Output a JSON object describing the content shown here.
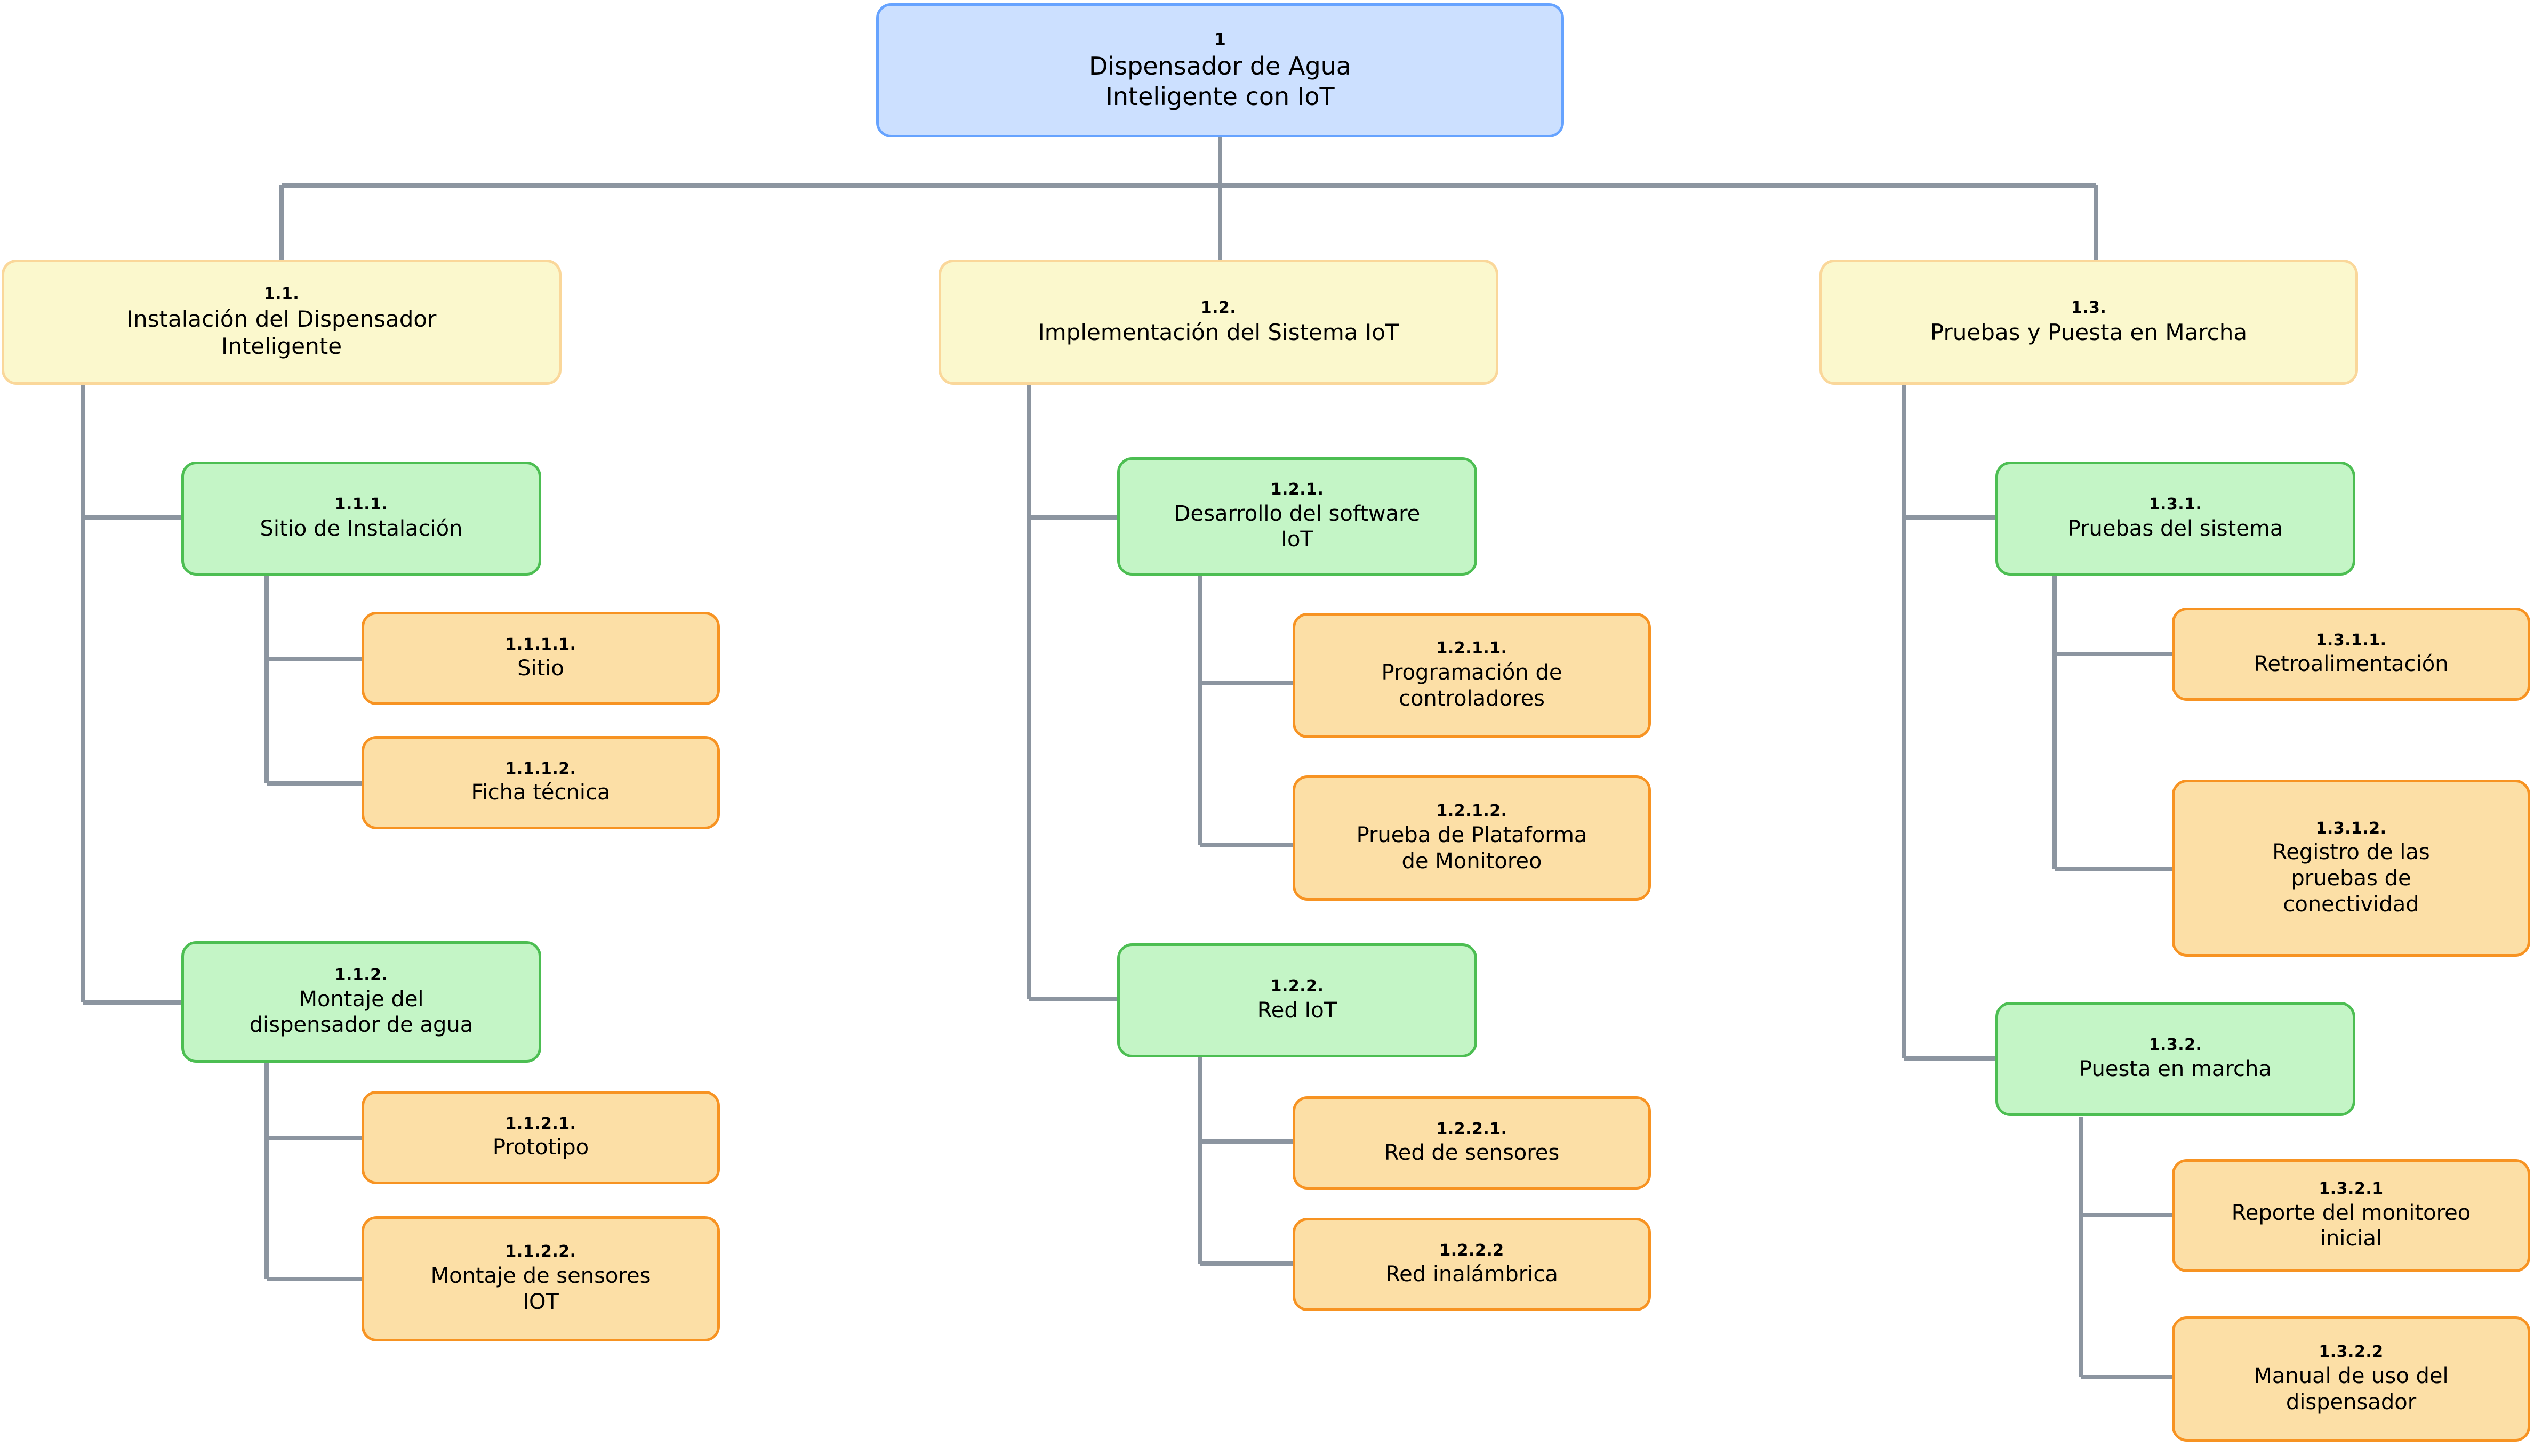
{
  "diagram": {
    "type": "wbs-tree",
    "title": "Dispensador de Agua Inteligente con IoT",
    "palette": {
      "root_fill": "#cce0ff",
      "root_border": "#66a3ff",
      "level1_fill": "#fbf8cd",
      "level1_border": "#fad79a",
      "level2_fill": "#c4f5c6",
      "level2_border": "#4cbe52",
      "level3_fill": "#fcdfa6",
      "level3_border": "#f79322",
      "connector": "#8c95a0",
      "background": "#ffffff"
    }
  },
  "nodes": {
    "root": {
      "code": "1",
      "title": "Dispensador de Agua\nInteligente con IoT"
    },
    "n11": {
      "code": "1.1.",
      "title": "Instalación del Dispensador\nInteligente"
    },
    "n12": {
      "code": "1.2.",
      "title": "Implementación del Sistema IoT"
    },
    "n13": {
      "code": "1.3.",
      "title": "Pruebas y Puesta en Marcha"
    },
    "n111": {
      "code": "1.1.1.",
      "title": "Sitio de Instalación"
    },
    "n1111": {
      "code": "1.1.1.1.",
      "title": "Sitio"
    },
    "n1112": {
      "code": "1.1.1.2.",
      "title": "Ficha técnica"
    },
    "n112": {
      "code": "1.1.2.",
      "title": "Montaje del\ndispensador de agua"
    },
    "n1121": {
      "code": "1.1.2.1.",
      "title": "Prototipo"
    },
    "n1122": {
      "code": "1.1.2.2.",
      "title": "Montaje de sensores\nIOT"
    },
    "n121": {
      "code": "1.2.1.",
      "title": "Desarrollo del software\nIoT"
    },
    "n1211": {
      "code": "1.2.1.1.",
      "title": "Programación de\ncontroladores"
    },
    "n1212": {
      "code": "1.2.1.2.",
      "title": "Prueba de Plataforma\nde Monitoreo"
    },
    "n122": {
      "code": "1.2.2.",
      "title": "Red IoT"
    },
    "n1221": {
      "code": "1.2.2.1.",
      "title": "Red de sensores"
    },
    "n1222": {
      "code": "1.2.2.2",
      "title": "Red inalámbrica"
    },
    "n131": {
      "code": "1.3.1.",
      "title": "Pruebas del sistema"
    },
    "n1311": {
      "code": "1.3.1.1.",
      "title": "Retroalimentación"
    },
    "n1312": {
      "code": "1.3.1.2.",
      "title": "Registro de las\npruebas de\nconectividad"
    },
    "n132": {
      "code": "1.3.2.",
      "title": "Puesta en marcha"
    },
    "n1321": {
      "code": "1.3.2.1",
      "title": "Reporte del monitoreo\ninicial"
    },
    "n1322": {
      "code": "1.3.2.2",
      "title": "Manual de uso del\ndispensador"
    }
  }
}
